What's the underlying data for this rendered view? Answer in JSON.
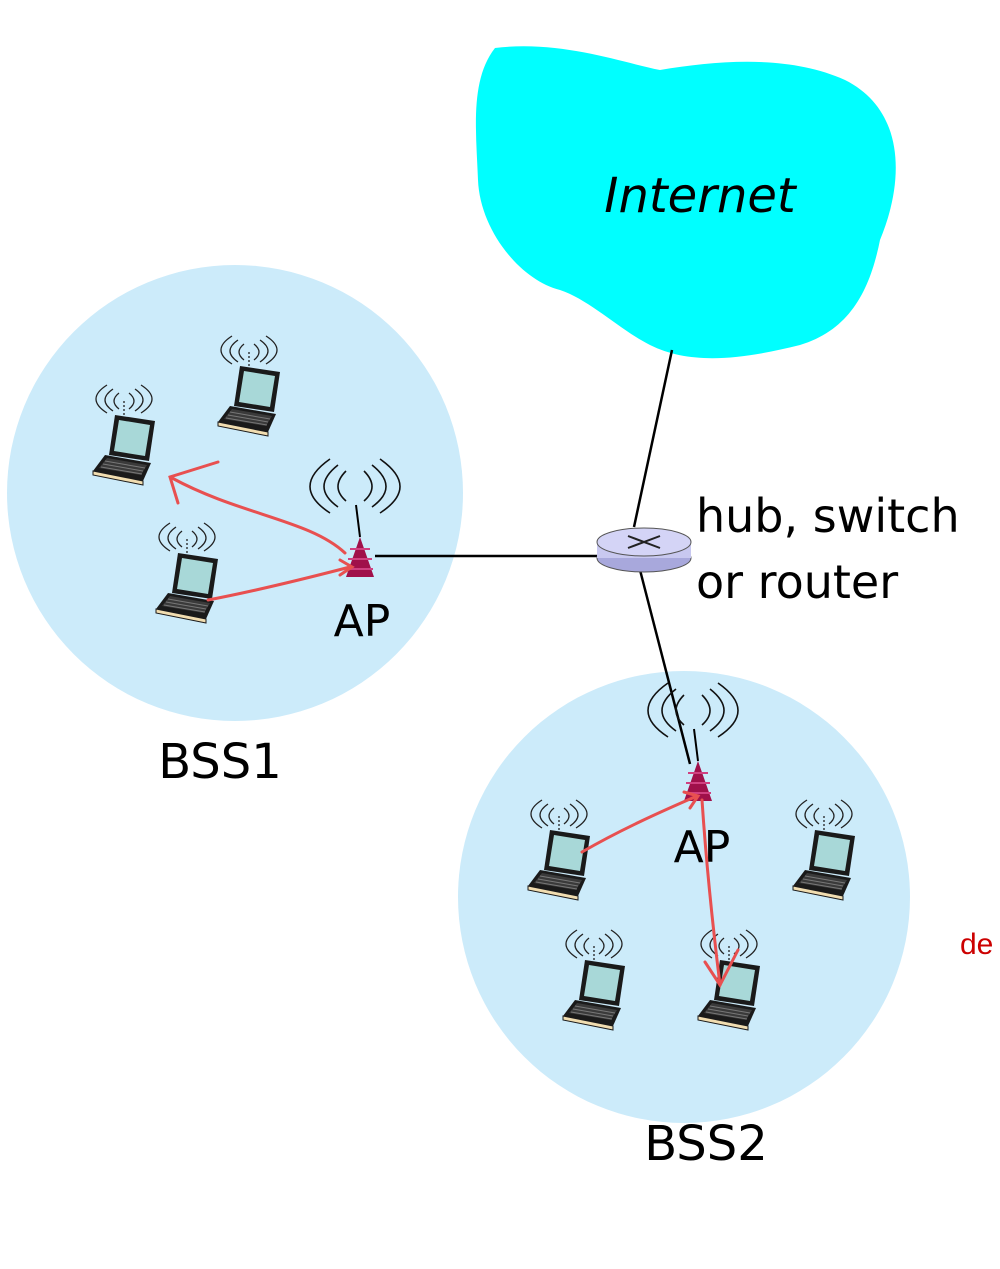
{
  "labels": {
    "internet": "Internet",
    "device": "hub, switch",
    "device_line2": "or router",
    "ap1": "AP",
    "ap2": "AP",
    "bss1": "BSS1",
    "bss2": "BSS2",
    "edge_fragment": "de"
  },
  "colors": {
    "cloud": "#00FFFF",
    "bss_fill": "#CCEBFA",
    "arrow": "#E85050",
    "ap_tower": "#A0104A",
    "router": "#C0C0F0",
    "fragment_text": "#CC0000"
  }
}
